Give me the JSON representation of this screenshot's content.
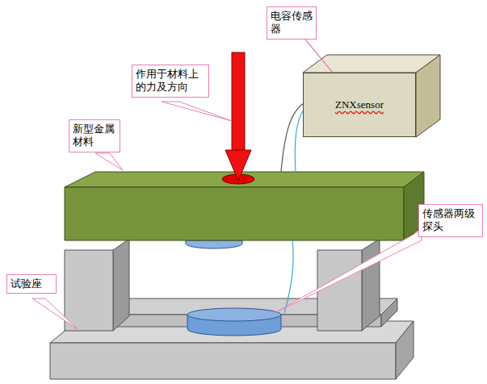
{
  "diagram": {
    "nodes": [
      {
        "text": [
          "电容传感器"
        ]
      },
      {
        "text": [
          "ZNXsensor"
        ]
      },
      {
        "text": [
          "作用于材料上的力及方向"
        ]
      },
      {
        "text": [
          "新型金属材料"
        ]
      },
      {
        "text": [
          "传感器两级探头"
        ]
      },
      {
        "text": [
          "试验座"
        ]
      }
    ],
    "edges": [
      {
        "from": 0,
        "to": 1,
        "arrow": "none"
      }
    ]
  }
}
